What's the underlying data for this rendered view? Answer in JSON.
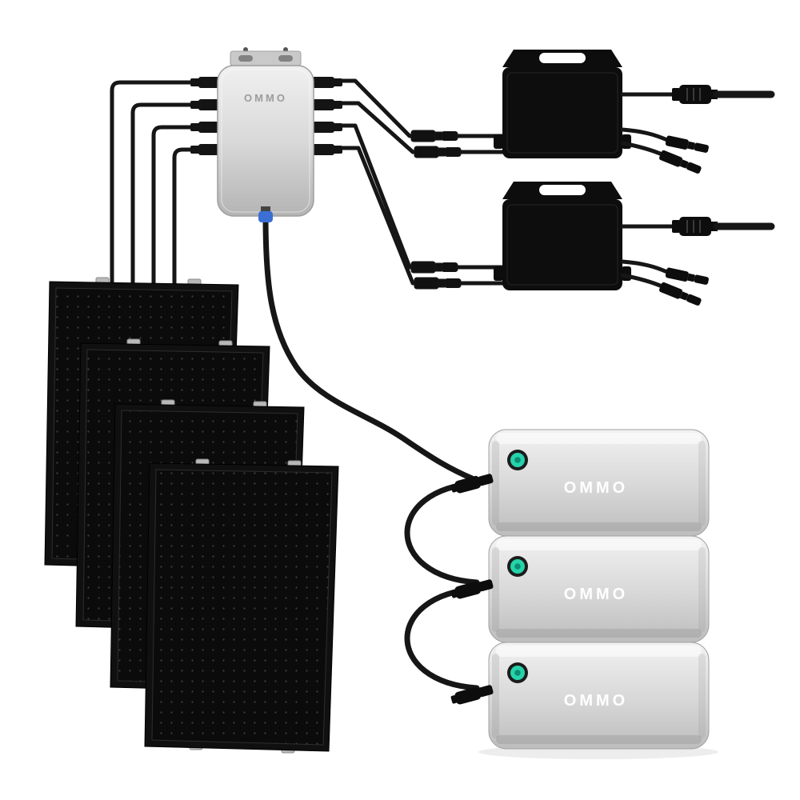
{
  "combiner_box": {
    "label": "OMMO"
  },
  "batteries": [
    {
      "label": "OMMO"
    },
    {
      "label": "OMMO"
    },
    {
      "label": "OMMO"
    }
  ],
  "components": {
    "solar_panel_count": 4,
    "microinverter_count": 2,
    "battery_count": 3,
    "combiner_box_count": 1
  },
  "colors": {
    "background": "#ffffff",
    "cable": "#161616",
    "inverter_body": "#0d0d0d",
    "panel_body": "#0b0b0b",
    "panel_dot": "#3f3f3f",
    "device_gray": "#d9d9d9",
    "power_button_teal": "#26d2aa",
    "power_button_core": "#0b8e71",
    "dc_connector_blue": "#3b6fd4",
    "brand_text_gray": "#9c9c9c",
    "battery_label_white": "#ffffff"
  },
  "icons": {
    "power_button_icon": "teal-circle"
  }
}
